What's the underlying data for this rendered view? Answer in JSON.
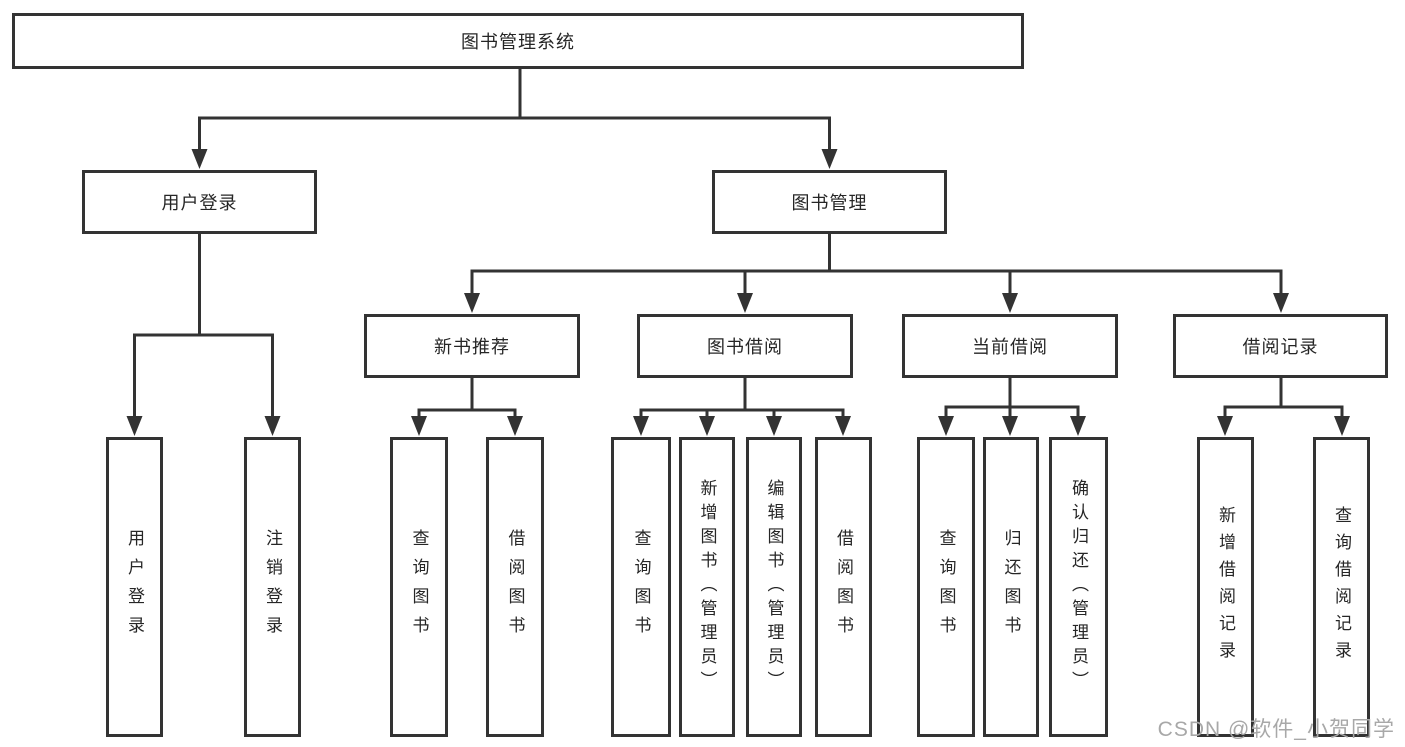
{
  "diagram": {
    "root": {
      "label": "图书管理系统"
    },
    "level2": [
      {
        "label": "用户登录"
      },
      {
        "label": "图书管理"
      }
    ],
    "level3": [
      {
        "label": "新书推荐"
      },
      {
        "label": "图书借阅"
      },
      {
        "label": "当前借阅"
      },
      {
        "label": "借阅记录"
      }
    ],
    "leaves": {
      "login": [
        "用户登录",
        "注销登录"
      ],
      "recommend": [
        "查询图书",
        "借阅图书"
      ],
      "borrow": [
        "查询图书",
        "新增图书（管理员）",
        "编辑图书（管理员）",
        "借阅图书"
      ],
      "current": [
        "查询图书",
        "归还图书",
        "确认归还（管理员）"
      ],
      "records": [
        "新增借阅记录",
        "查询借阅记录"
      ]
    }
  },
  "watermark": {
    "text": "CSDN @软件_小贺同学"
  },
  "colors": {
    "line": "#333333",
    "text": "#262626",
    "watermark": "#a8a8a8",
    "background": "#ffffff"
  }
}
